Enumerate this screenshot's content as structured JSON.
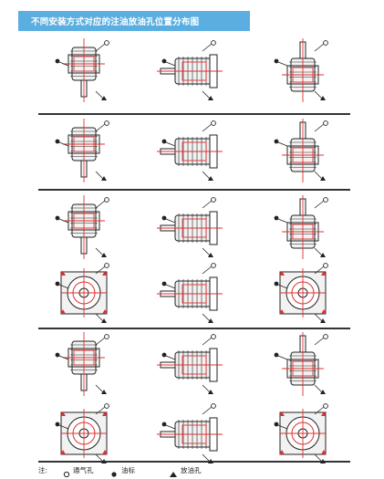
{
  "title": "不同安装方式对应的注油放油孔位置分布图",
  "colors": {
    "title_bg": "#5aaee0",
    "red": "#e03030",
    "line": "#222222"
  },
  "legend": {
    "prefix": "注:",
    "items": [
      {
        "icon": "vent-hole-icon",
        "label": "通气孔"
      },
      {
        "icon": "oil-gauge-icon",
        "label": "油标"
      },
      {
        "icon": "drain-hole-icon",
        "label": "放油孔"
      }
    ]
  },
  "rows": [
    {
      "cells": [
        "vertical-shaft-down",
        "horizontal-shaft-left",
        "vertical-shaft-up"
      ]
    },
    {
      "cells": [
        "vertical-shaft-down",
        "horizontal-shaft-left",
        "vertical-shaft-up"
      ]
    },
    {
      "cells": [
        "vertical-flange-shaft-down",
        "horizontal-flange-shaft-left",
        "vertical-flange-shaft-up"
      ]
    },
    {
      "cells": [
        "end-view-flange",
        "side-view-flange",
        "end-view-flange"
      ]
    },
    {
      "cells": [
        "vertical-flange-shaft-down",
        "horizontal-flange-shaft-left",
        "vertical-flange-shaft-up"
      ]
    },
    {
      "cells": [
        "end-view-round",
        "side-view-foot",
        "end-view-foot"
      ]
    }
  ]
}
